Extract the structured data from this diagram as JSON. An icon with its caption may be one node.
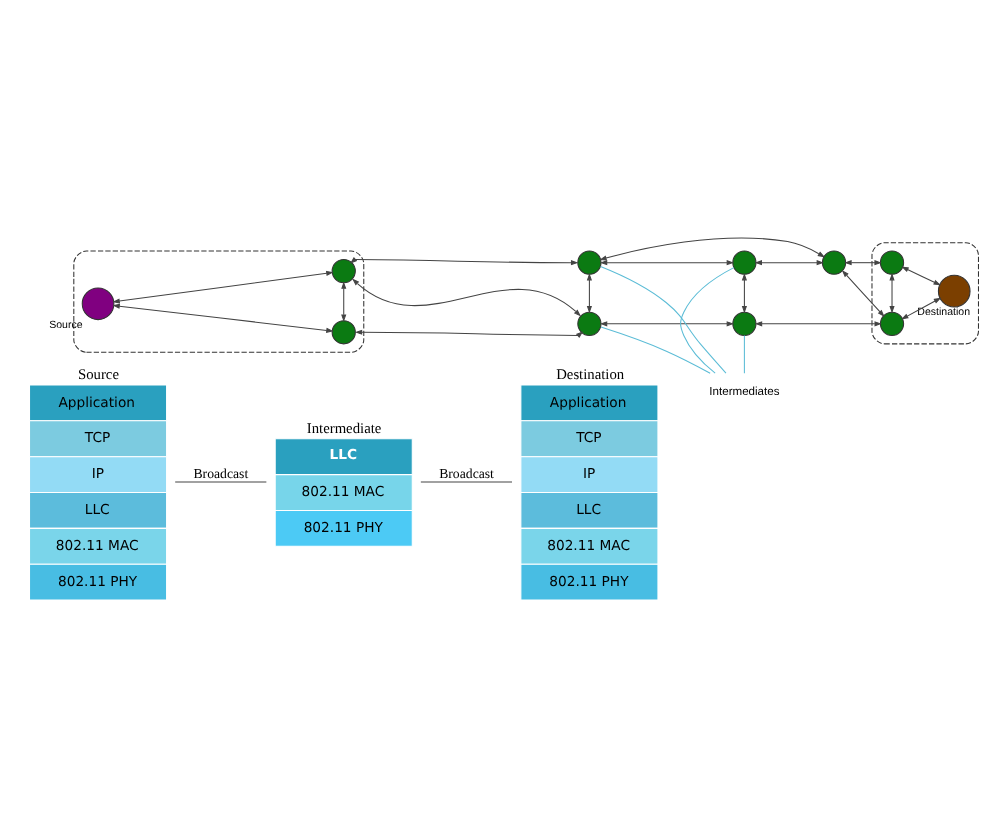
{
  "diagram": {
    "nodes": [
      {
        "text": [],
        "shape": "ellipse"
      },
      {
        "text": [],
        "shape": "circle",
        "beside": [
          "Source"
        ],
        "in": 0
      },
      {
        "text": [],
        "shape": "circle",
        "in": 0
      },
      {
        "text": [],
        "shape": "circle",
        "in": 0
      },
      {
        "text": [],
        "shape": "circle"
      },
      {
        "text": [],
        "shape": "circle"
      },
      {
        "text": [],
        "shape": "circle"
      },
      {
        "text": [],
        "shape": "circle"
      },
      {
        "text": [],
        "shape": "circle"
      },
      {
        "text": [],
        "shape": "ellipse"
      },
      {
        "text": [],
        "shape": "circle",
        "in": 9
      },
      {
        "text": [],
        "shape": "circle",
        "in": 9
      },
      {
        "text": [],
        "shape": "circle",
        "beside": [
          "Destination"
        ],
        "in": 9
      },
      {
        "text": [
          "Intermediates"
        ]
      },
      {
        "text": [
          "Source",
          "Application",
          "TCP",
          "IP",
          "LLC",
          "802.11 MAC",
          "802.11 PHY"
        ]
      },
      {
        "text": [
          "Intermediate",
          "LLC",
          "802.11 MAC",
          "802.11 PHY"
        ]
      },
      {
        "text": [
          "Destination",
          "Application",
          "TCP",
          "IP",
          "LLC",
          "802.11 MAC",
          "802.11 PHY"
        ]
      }
    ],
    "edges": [
      {
        "from": 1,
        "to": 2,
        "arrow": "both"
      },
      {
        "from": 1,
        "to": 3,
        "arrow": "both"
      },
      {
        "from": 2,
        "to": 3,
        "arrow": "both"
      },
      {
        "from": 2,
        "to": 4,
        "arrow": "both"
      },
      {
        "from": 2,
        "to": 5,
        "arrow": "both"
      },
      {
        "from": 3,
        "to": 5,
        "arrow": "both"
      },
      {
        "from": 5,
        "to": 7,
        "arrow": "both"
      },
      {
        "from": 4,
        "to": 8,
        "arrow": "both"
      },
      {
        "from": 4,
        "to": 5,
        "arrow": "both"
      },
      {
        "from": 4,
        "to": 6,
        "arrow": "both"
      },
      {
        "from": 6,
        "to": 8,
        "arrow": "both"
      },
      {
        "from": 6,
        "to": 7,
        "arrow": "both"
      },
      {
        "from": 8,
        "to": 10,
        "arrow": "both"
      },
      {
        "from": 8,
        "to": 11,
        "arrow": "both"
      },
      {
        "from": 7,
        "to": 11,
        "arrow": "both"
      },
      {
        "from": 11,
        "to": 10,
        "arrow": "both"
      },
      {
        "from": 11,
        "to": 12,
        "arrow": "both"
      },
      {
        "from": 10,
        "to": 12,
        "arrow": "both"
      },
      {
        "from": 13,
        "to": 4,
        "arrow": "none",
        "color": "#5bbcd6"
      },
      {
        "from": 13,
        "to": 5,
        "arrow": "none",
        "color": "#5bbcd6"
      },
      {
        "from": 13,
        "to": 6,
        "arrow": "none",
        "color": "#5bbcd6"
      },
      {
        "from": 13,
        "to": 7,
        "arrow": "none",
        "color": "#5bbcd6"
      },
      {
        "from": 14,
        "to": 15,
        "label": "Broadcast",
        "arrow": "none"
      },
      {
        "from": 15,
        "to": 16,
        "label": "Broadcast",
        "arrow": "none"
      }
    ]
  }
}
